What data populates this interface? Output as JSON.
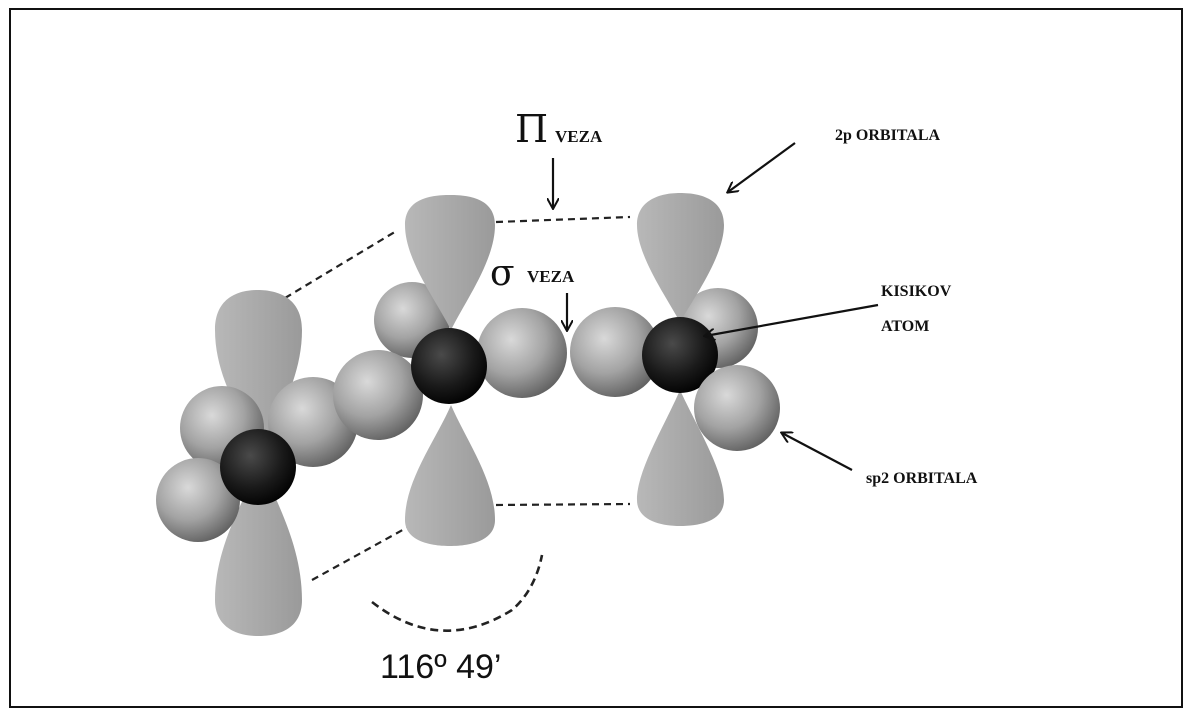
{
  "labels": {
    "pi_symbol": "Π",
    "pi_text": "VEZA",
    "sigma_symbol": "σ",
    "sigma_text": "VEZA",
    "orbital_2p": "2p ORBITALA",
    "oxygen_line1": "KISIKOV",
    "oxygen_line2": "ATOM",
    "orbital_sp2": "sp2 ORBITALA",
    "angle": "116º 49’"
  },
  "colors": {
    "frame": "#111111",
    "lobe": "#a8a8a8",
    "sphere_light": "#cfcfcf",
    "sphere_dark": "#6a6a6a",
    "core_atom": "#161616"
  }
}
